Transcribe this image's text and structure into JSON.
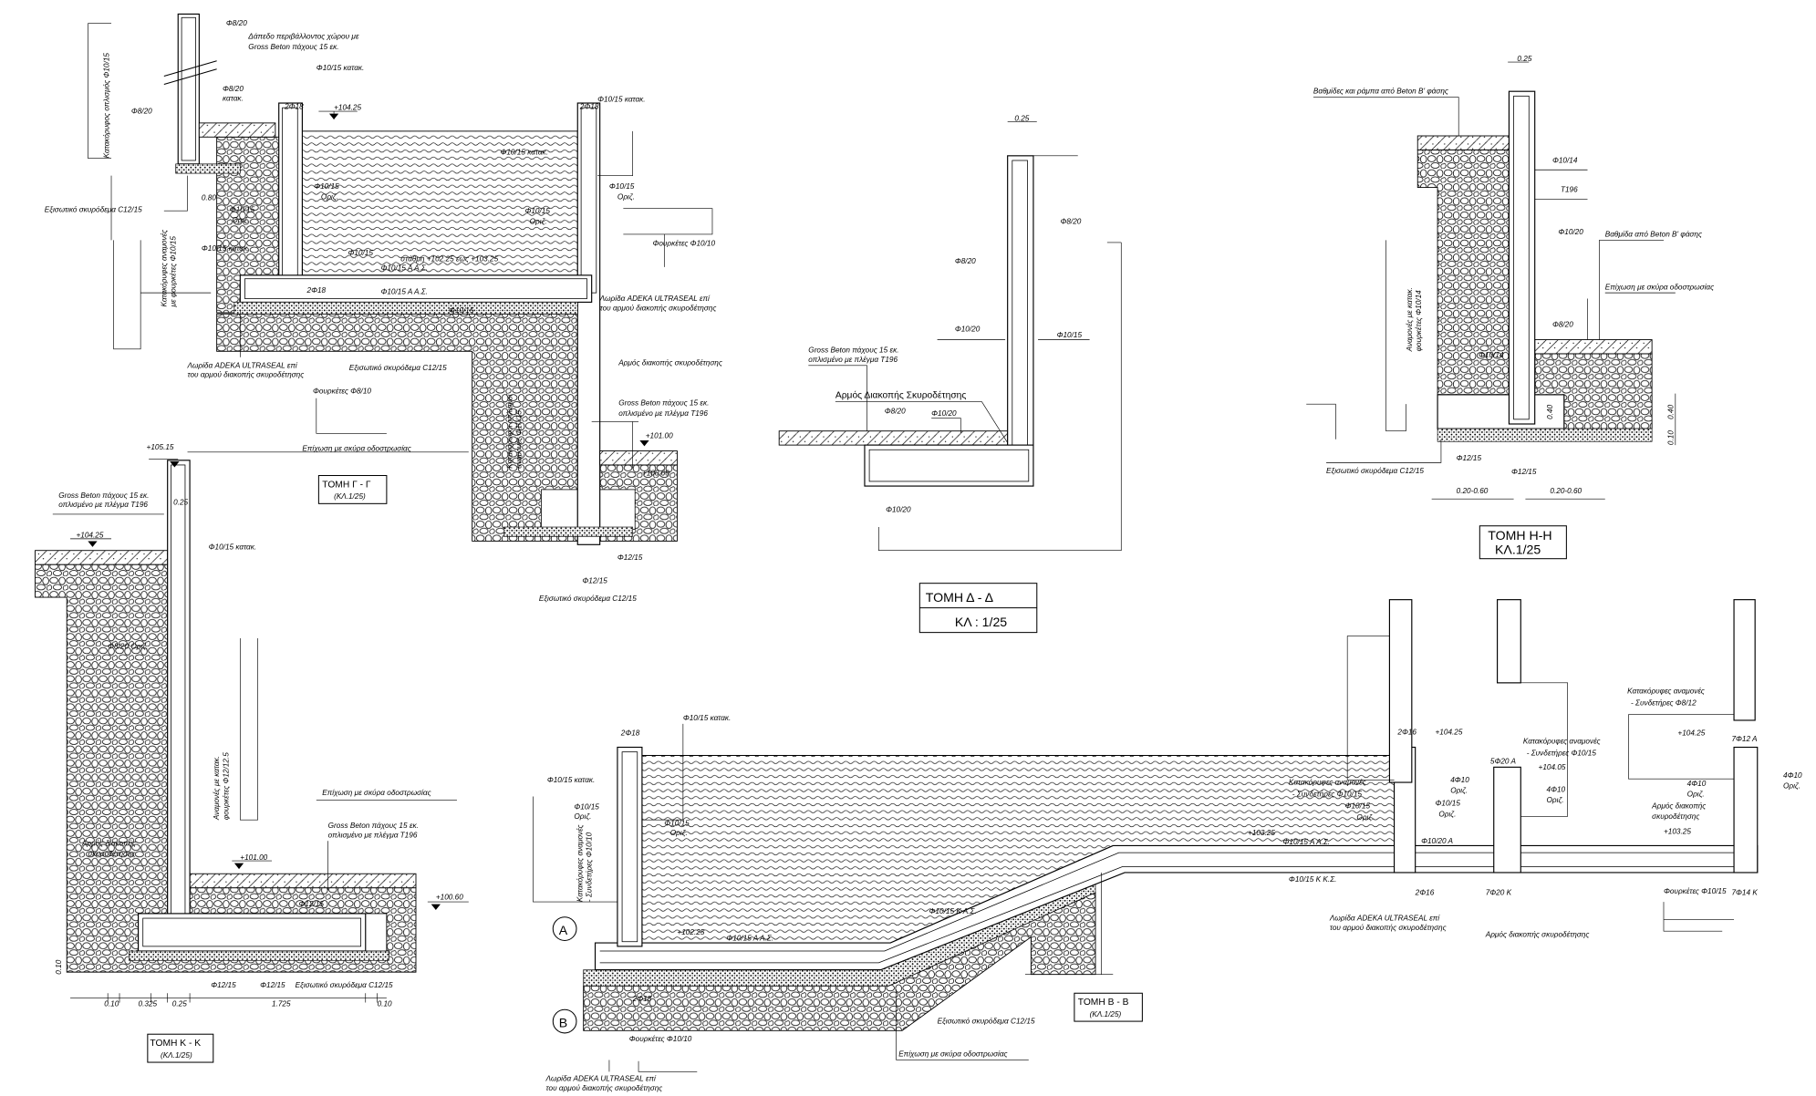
{
  "gg": {
    "title": "ΤΟΜΗ Γ - Γ",
    "scale": "(ΚΛ.1/25)",
    "l": [
      "Φ8/20",
      "Δάπεδο περιβάλλοντος χώρου με",
      "Gross Beton πάχους 15 εκ.",
      "Κατακόρυφος οπλισμός Φ10/15",
      "Φ10/15 κατακ.",
      "Φ8/20",
      "κατακ.",
      "Φ8/20",
      "2Φ18",
      "+104.25",
      "2Φ18",
      "Φ10/15 κατακ.",
      "Φ10/15 κατακ.",
      "0.80",
      "Εξισωτικό σκυρόδεμα C12/15",
      "Φ10/15",
      "Οριζ.",
      "Φ10/15",
      "Οριζ.",
      "Φ10/15",
      "Οριζ.",
      "Φ10/15",
      "Οριζ.",
      "Φουρκέτες Φ10/10",
      "Κατακόρυφες αναμονές",
      "με φουρκέτες Φ10/15",
      "Φ10/15 κατακ.",
      "Φ10/15",
      "στάθμη +102.25 εως +103.25",
      "Φ10/15 Α Α.Σ.",
      "Φ10/15 Α Α.Σ.",
      "Λωρίδα ADEKA ULTRASEAL επί",
      "του αρμού διακοπής σκυροδέτησης",
      "2Φ18",
      "Φ10/15",
      "Λωρίδα ADEKA ULTRASEAL επί",
      "του αρμού διακοπής σκυροδέτησης",
      "Εξισωτικό σκυρόδεμα C12/15",
      "Αρμός διακοπής σκυροδέτησης",
      "Φουρκέτες Φ8/10",
      "Κατακόρυφοι οπλισμοί",
      "αναμονές Φ10/15",
      "Gross Beton πάχους 15 εκ.",
      "οπλισμένο με πλέγμα T196",
      "+101.00",
      "Επίχωση με σκύρα οδοστρωσίας",
      "+100.60",
      "Φ12/15",
      "Φ12/15",
      "Εξισωτικό σκυρόδεμα C12/15"
    ]
  },
  "kk": {
    "title": "ΤΟΜΗ Κ - Κ",
    "scale": "(ΚΛ.1/25)",
    "l": [
      "+105.15",
      "Gross Beton πάχους 15 εκ.",
      "οπλισμένο με πλέγμα T196",
      "0.25",
      "+104.25",
      "Φ10/15 κατακ.",
      "Φ8/20 Οριζ.",
      "Αναμονές με κατακ.",
      "φουρκέτες Φ12/12.5",
      "Επίχωση με σκύρα οδοστρωσίας",
      "Gross Beton πάχους 15 εκ.",
      "οπλισμένο με πλέγμα T196",
      "Αρμός διακοπής",
      "σκυροδέτησης",
      "+101.00",
      "Φ12/15",
      "+100.60",
      "Φ12/15",
      "Φ12/15",
      "Εξισωτικό σκυρόδεμα C12/15",
      "0.10",
      "0.325",
      "0.25",
      "1.725",
      "0.10",
      "0.10"
    ]
  },
  "dd": {
    "title": "ΤΟΜΗ Δ - Δ",
    "scale": "ΚΛ : 1/25",
    "l": [
      "0.25",
      "Φ8/20",
      "Φ8/20",
      "Φ10/20",
      "Φ10/15",
      "Gross Beton πάχους 15 εκ.",
      "οπλισμένο με πλέγμα T196",
      "Αρμός Διακοπής Σκυροδέτησης",
      "Φ8/20",
      "Φ10/20",
      "Φ10/20"
    ]
  },
  "hh": {
    "title": "ΤΟΜΗ Η-Η",
    "scale": "ΚΛ.1/25",
    "l": [
      "0.25",
      "Βαθμίδες και ράμπα από Beton B' φάσης",
      "Φ10/14",
      "T196",
      "Φ10/20",
      "Βαθμίδα από Beton B' φάσης",
      "Επίχωση με σκύρα οδοστρωσίας",
      "Αναμονές με κατακ.",
      "φουρκέτες Φ10/14",
      "Φ8/20",
      "Φ10/14",
      "0.40",
      "0.40",
      "0.10",
      "Εξισωτικό σκυρόδεμα C12/15",
      "Φ12/15",
      "Φ12/15",
      "0.20-0.60",
      "0.20-0.60"
    ]
  },
  "bb": {
    "title": "ΤΟΜΗ Β - Β",
    "scale": "(ΚΛ.1/25)",
    "marker_a": "A",
    "marker_b": "B",
    "l": [
      "2Φ18",
      "Φ10/15 κατακ.",
      "Φ10/15 κατακ.",
      "Φ10/15",
      "Οριζ.",
      "Φ10/15",
      "Οριζ.",
      "Κατακόρυφες αναμονές",
      "- Συνδετήρες Φ10/10",
      "+102.25",
      "Φ10/15 Α Α.Σ.",
      "Φ10/15 Κ Α.Σ.",
      "2Φ18",
      "Εξισωτικό σκυρόδεμα C12/15",
      "Φουρκέτες Φ10/10",
      "Επίχωση με σκύρα οδοστρωσίας",
      "Λωρίδα ADEKA ULTRASEAL επί",
      "του αρμού διακοπής σκυροδέτησης",
      "Κατακόρυφες αναμονές",
      "- Συνδετήρες Φ10/15",
      "2Φ16",
      "+104.25",
      "Φ10/15",
      "Οριζ.",
      "Φ10/15",
      "Οριζ.",
      "+103.25",
      "Φ10/15 Α Α.Σ.",
      "Φ10/20 Α",
      "Φ10/15 Κ Κ.Σ.",
      "2Φ16",
      "Λωρίδα ADEKA ULTRASEAL επί",
      "του αρμού διακοπής σκυροδέτησης",
      "Κατακόρυφες αναμονές",
      "- Συνδετήρες Φ10/15",
      "+104.05",
      "5Φ20 Α",
      "4Φ10",
      "Οριζ.",
      "4Φ10",
      "Οριζ.",
      "7Φ20 Κ",
      "Αρμός διακοπής σκυροδέτησης",
      "Κατακόρυφες αναμονές",
      "- Συνδετήρες Φ8/12",
      "+104.25",
      "7Φ12 Α",
      "4Φ10",
      "Οριζ.",
      "4Φ10",
      "Οριζ.",
      "Αρμός διακοπής",
      "σκυροδέτησης",
      "+103.25",
      "7Φ14 Κ",
      "Φουρκέτες Φ10/15"
    ]
  }
}
